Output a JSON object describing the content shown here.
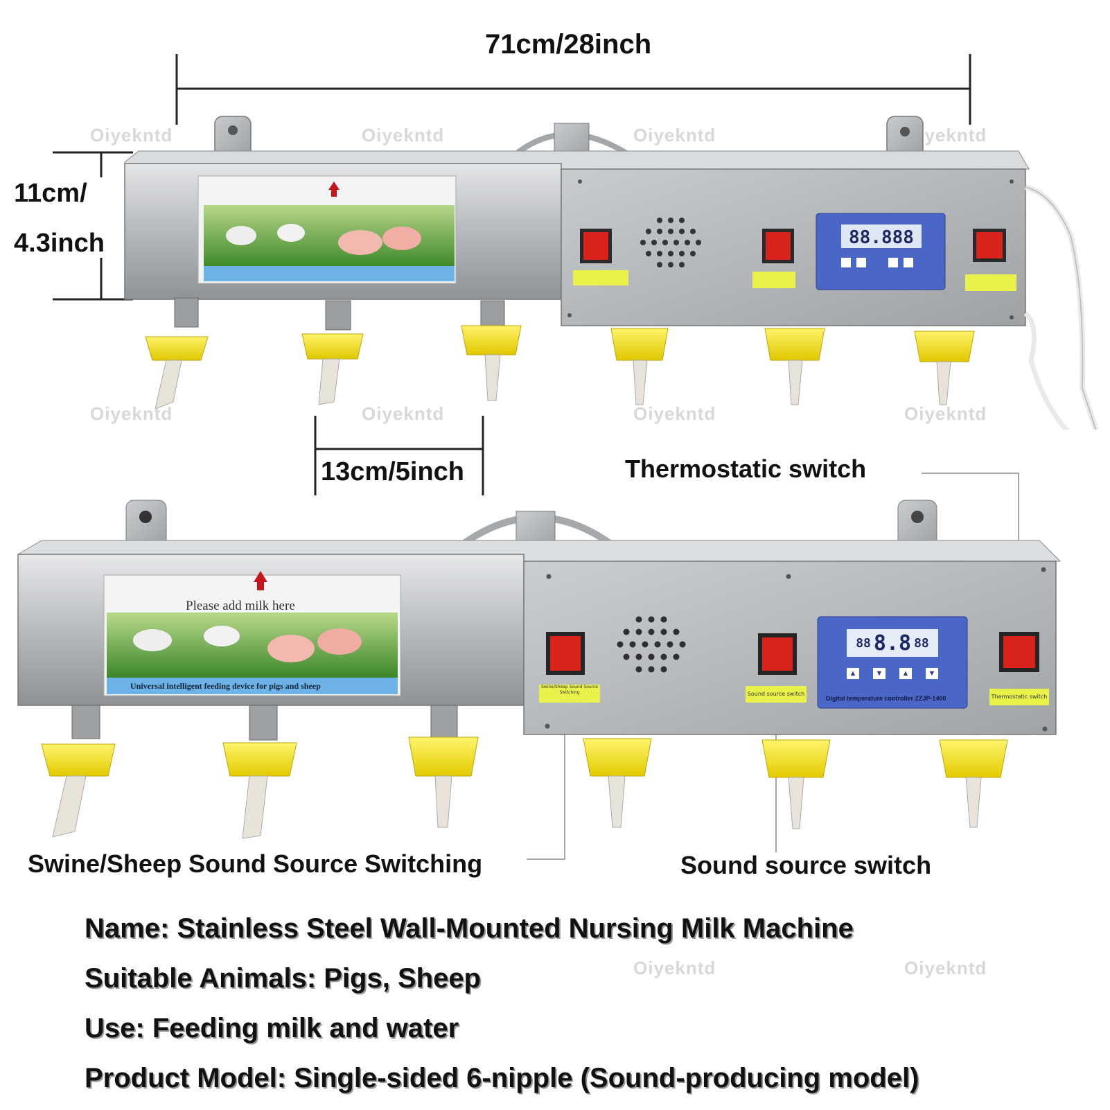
{
  "watermark": "Oiyekntd",
  "dimensions": {
    "width": "71cm/28inch",
    "height_line1": "11cm/",
    "height_line2": "4.3inch",
    "spacing": "13cm/5inch"
  },
  "callouts": {
    "thermostatic": "Thermostatic switch",
    "swine_sheep": "Swine/Sheep Sound Source Switching",
    "sound_source": "Sound source switch"
  },
  "machine": {
    "sticker_top": "Please add milk here",
    "sticker_bottom": "Universal intelligent feeding device for pigs and sheep",
    "controller_caption": "Digital temperature controller ZZJP-1400",
    "display_left": "88",
    "display_main": "8.8",
    "display_right": "88",
    "tag_left": "Swine/Sheep Sound Source Switching",
    "tag_mid": "Sound source switch",
    "tag_right": "Thermostatic switch"
  },
  "specs": {
    "name": "Name: Stainless Steel Wall-Mounted Nursing Milk Machine",
    "animals": "Suitable Animals: Pigs, Sheep",
    "use": "Use: Feeding milk and water",
    "model": "Product Model: Single-sided 6-nipple (Sound-producing model)"
  },
  "colors": {
    "steel": "#b9bcbf",
    "nipple_cap": "#f2e21a",
    "switch_red": "#d8221a",
    "tag_yellow": "#e9f24a",
    "controller_blue": "#4a67c8"
  }
}
